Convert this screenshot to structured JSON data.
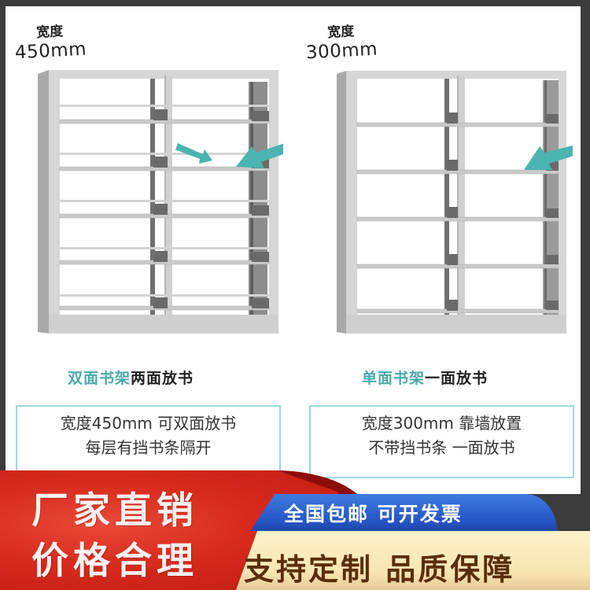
{
  "left_product": {
    "width_label_line1": "宽度",
    "width_label_line2": "450mm",
    "caption_accent": "双面书架",
    "caption_rest": "两面放书",
    "spec_line1": "宽度450mm 可双面放书",
    "spec_line2": "每层有挡书条隔开",
    "shelf_levels": 6,
    "has_book_stopper_bars": true
  },
  "right_product": {
    "width_label_line1": "宽度",
    "width_label_line2": "300mm",
    "caption_accent": "单面书架",
    "caption_rest": "一面放书",
    "spec_line1": "宽度300mm 靠墙放置",
    "spec_line2": "不带挡书条 一面放书",
    "shelf_levels": 6,
    "has_book_stopper_bars": false
  },
  "banner": {
    "red_line1": "厂家直销",
    "red_line2": "价格合理",
    "blue_text": "全国包邮 可开发票",
    "cream_text": "支持定制 品质保障"
  },
  "colors": {
    "accent_teal": "#4aa9a9",
    "arrow_teal": "#4bb3b0",
    "spec_border": "#9fd9dc",
    "frame_dark": "#3c3c3c",
    "banner_red": "#d62a1c",
    "banner_blue": "#2757c7",
    "banner_cream": "#fdf1c9",
    "cream_text": "#5a2e0c"
  },
  "icons": {
    "arrow": "teal-pointer-arrow"
  }
}
